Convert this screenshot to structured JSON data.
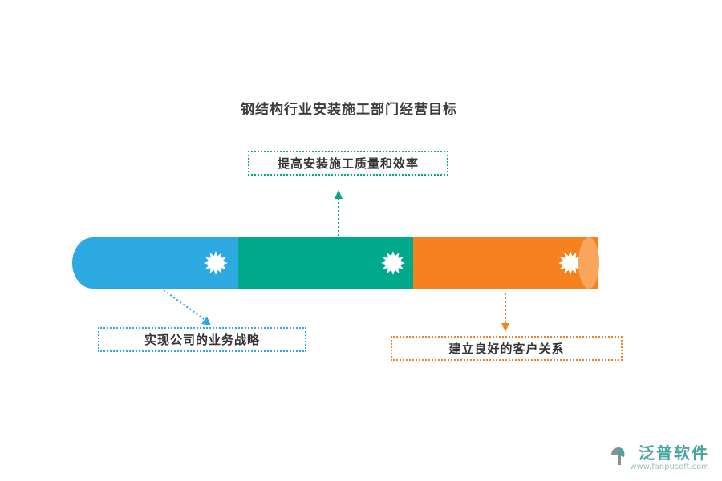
{
  "title": "钢结构行业安装施工部门经营目标",
  "diagram": {
    "top_label": "提高安装施工质量和效率",
    "bottom_left_label": "实现公司的业务战略",
    "bottom_right_label": "建立良好的客户关系",
    "segments": [
      {
        "id": "business-strategy",
        "color": "#2BA9E0",
        "icon": "twelve-point-star"
      },
      {
        "id": "quality-efficiency",
        "color": "#00A98C",
        "icon": "twelve-point-star"
      },
      {
        "id": "customer-relations",
        "color": "#F6821F",
        "icon": "twelve-point-star"
      }
    ],
    "bar_cap_color": "#F9A55C"
  },
  "colors": {
    "blue": "#2BA9E0",
    "teal": "#00A98C",
    "orange": "#F6821F",
    "text": "#3d3d3d",
    "brand_teal": "#4AA39E"
  },
  "footer": {
    "brand": "泛普软件",
    "website": "www.fanpusoft.com"
  }
}
